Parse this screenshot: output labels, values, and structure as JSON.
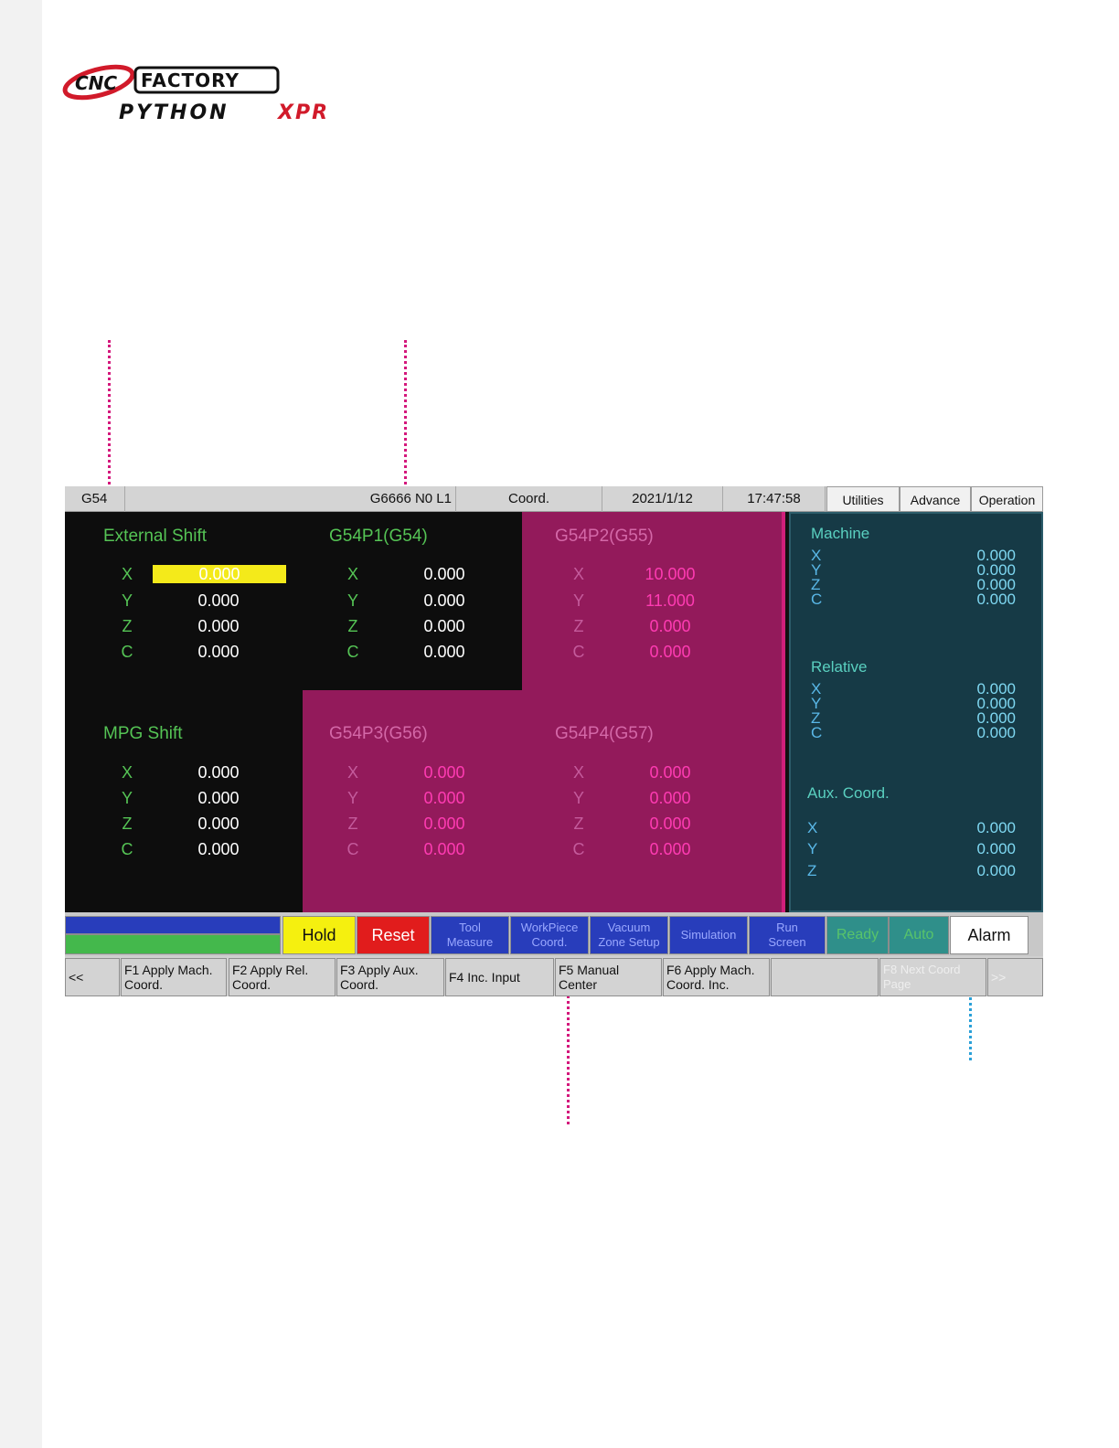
{
  "brand": {
    "logo_top": "CNC FACTORY",
    "logo_bottom": "PYTHON XPR"
  },
  "topbar": {
    "mode": "G54",
    "program": "G6666 N0 L1",
    "screen": "Coord.",
    "date": "2021/1/12",
    "time": "17:47:58",
    "buttons": [
      "Utilities",
      "Advance",
      "Operation"
    ]
  },
  "blocks": {
    "external_shift": {
      "title": "External Shift",
      "x": "0.000",
      "y": "0.000",
      "z": "0.000",
      "c": "0.000"
    },
    "g54p1": {
      "title": "G54P1(G54)",
      "x": "0.000",
      "y": "0.000",
      "z": "0.000",
      "c": "0.000"
    },
    "g54p2": {
      "title": "G54P2(G55)",
      "x": "10.000",
      "y": "11.000",
      "z": "0.000",
      "c": "0.000"
    },
    "mpg_shift": {
      "title": "MPG Shift",
      "x": "0.000",
      "y": "0.000",
      "z": "0.000",
      "c": "0.000"
    },
    "g54p3": {
      "title": "G54P3(G56)",
      "x": "0.000",
      "y": "0.000",
      "z": "0.000",
      "c": "0.000"
    },
    "g54p4": {
      "title": "G54P4(G57)",
      "x": "0.000",
      "y": "0.000",
      "z": "0.000",
      "c": "0.000"
    }
  },
  "axes": {
    "x": "X",
    "y": "Y",
    "z": "Z",
    "c": "C"
  },
  "side": {
    "machine": {
      "title": "Machine",
      "x": "0.000",
      "y": "0.000",
      "z": "0.000",
      "c": "0.000"
    },
    "relative": {
      "title": "Relative",
      "x": "0.000",
      "y": "0.000",
      "z": "0.000",
      "c": "0.000"
    },
    "aux": {
      "title": "Aux. Coord.",
      "x": "0.000",
      "y": "0.000",
      "z": "0.000"
    }
  },
  "status": {
    "hold": "Hold",
    "reset": "Reset",
    "tool_measure": "Tool\nMeasure",
    "workpiece_coord": "WorkPiece\nCoord.",
    "vacuum_zone": "Vacuum\nZone Setup",
    "simulation": "Simulation",
    "run_screen": "Run\nScreen",
    "ready": "Ready",
    "auto": "Auto",
    "alarm": "Alarm"
  },
  "fkeys": {
    "prev": "<<",
    "f1": "F1 Apply Mach.\nCoord.",
    "f2": "F2 Apply Rel.\nCoord.",
    "f3": "F3 Apply Aux.\nCoord.",
    "f4": "F4 Inc. Input",
    "f5": "F5 Manual Center",
    "f6": "F6 Apply Mach.\nCoord. Inc.",
    "f8": "F8 Next Coord\nPage",
    "next": ">>"
  },
  "colors": {
    "accent_pink": "#931a5b",
    "callout_pink": "#d4187c",
    "callout_blue": "#2aa0d8",
    "hold_yellow": "#f5f00f",
    "reset_red": "#e11c1c",
    "status_blue": "#283dbb",
    "ready_teal": "#2f8f8a",
    "side_panel": "#163a46"
  }
}
